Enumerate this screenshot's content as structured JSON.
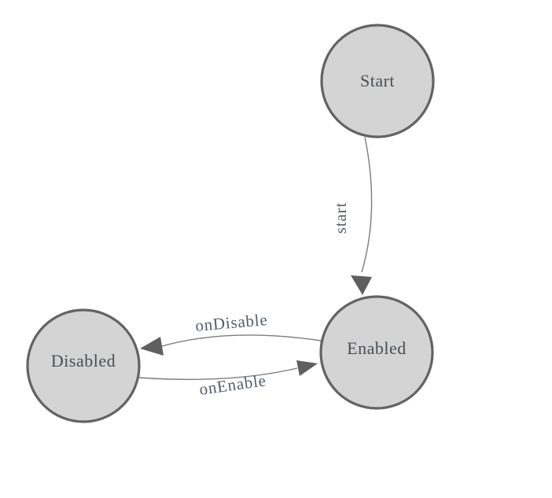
{
  "diagram": {
    "nodes": [
      {
        "id": "start",
        "label": "Start"
      },
      {
        "id": "enabled",
        "label": "Enabled"
      },
      {
        "id": "disabled",
        "label": "Disabled"
      }
    ],
    "edges": [
      {
        "id": "start-transition",
        "label": "start",
        "from": "Start",
        "to": "Enabled"
      },
      {
        "id": "on-disable",
        "label": "onDisable",
        "from": "Enabled",
        "to": "Disabled"
      },
      {
        "id": "on-enable",
        "label": "onEnable",
        "from": "Disabled",
        "to": "Enabled"
      }
    ],
    "colors": {
      "background": "#ffffff",
      "node_fill": "#d4d4d4",
      "node_border": "#636363",
      "edge_line": "#7c7c7c",
      "arrow_fill": "#5f5f5f",
      "node_label": "#4a4e54",
      "edge_label": "#515c68"
    }
  }
}
